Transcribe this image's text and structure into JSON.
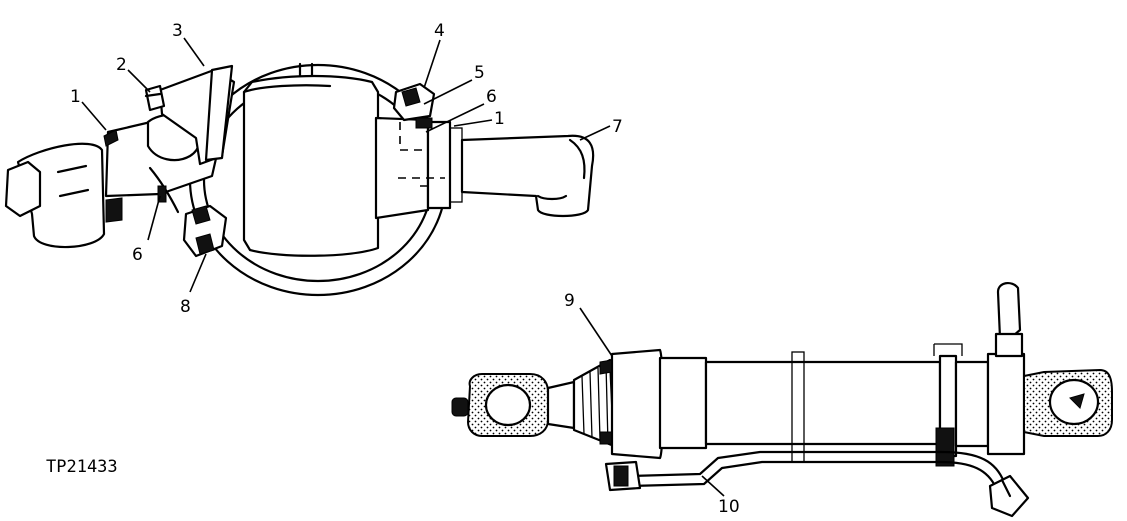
{
  "figure_code": "TP21433",
  "callouts": {
    "c1a": "1",
    "c2": "2",
    "c3": "3",
    "c4": "4",
    "c5": "5",
    "c6a": "6",
    "c1b": "1",
    "c7": "7",
    "c6b": "6",
    "c8": "8",
    "c9": "9",
    "c10": "10"
  }
}
